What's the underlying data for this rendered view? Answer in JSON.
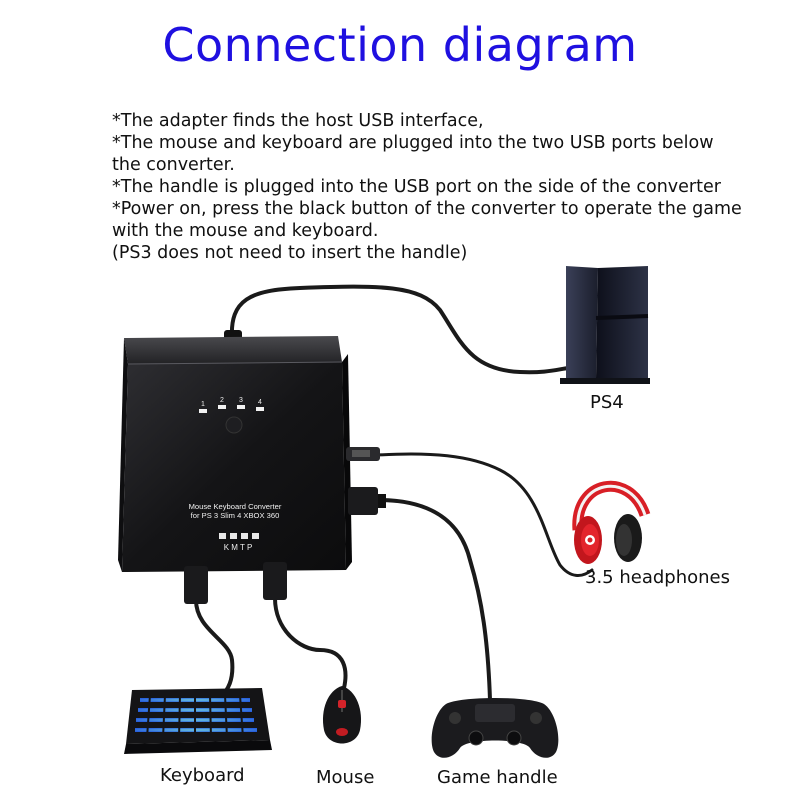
{
  "title": "Connection diagram",
  "notes": [
    "*The adapter finds the host USB interface,",
    "*The mouse and keyboard are plugged into the two USB ports below",
    "the converter.",
    "*The handle is plugged into the USB port on the side of the converter",
    "*Power on, press the black button of the converter to operate the game",
    "with the mouse and keyboard.",
    "(PS3 does not need to insert the handle)"
  ],
  "converter": {
    "line1": "Mouse Keyboard Converter",
    "line2": "for PS 3 Slim 4 XBOX 360",
    "leds": [
      "1",
      "2",
      "3",
      "4"
    ],
    "ports": "K M T P"
  },
  "labels": {
    "ps4": "PS4",
    "headphones": "3.5 headphones",
    "keyboard": "Keyboard",
    "mouse": "Mouse",
    "game_handle": "Game handle"
  },
  "colors": {
    "title": "#1f10e0",
    "converter": "#1c1c1e",
    "headphones": "#d81f26"
  }
}
